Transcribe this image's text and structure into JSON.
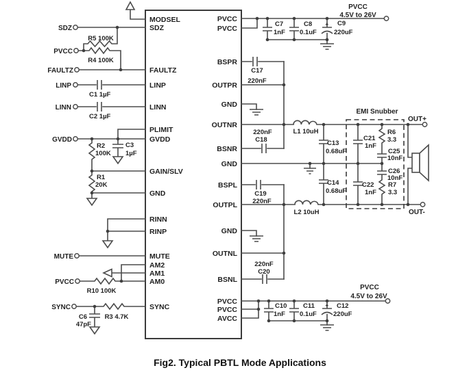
{
  "caption": "Fig2. Typical PBTL Mode Applications",
  "ic": {
    "left_pins": [
      "MODSEL",
      "SDZ",
      "FAULTZ",
      "LINP",
      "LINN",
      "PLIMIT",
      "GVDD",
      "GAIN/SLV",
      "GND",
      "RINN",
      "RINP",
      "MUTE",
      "AM2",
      "AM1",
      "AM0",
      "SYNC"
    ],
    "right_pins": [
      "PVCC",
      "PVCC",
      "BSPR",
      "OUTPR",
      "GND",
      "OUTNR",
      "BSNR",
      "GND",
      "BSPL",
      "OUTPL",
      "GND",
      "OUTNL",
      "BSNL",
      "PVCC",
      "PVCC",
      "AVCC"
    ]
  },
  "terminals": {
    "sdz": "SDZ",
    "pvcc_top_left": "PVCC",
    "faultz": "FAULTZ",
    "linp": "LINP",
    "linn": "LINN",
    "gvdd": "GVDD",
    "mute": "MUTE",
    "pvcc_am": "PVCC",
    "sync": "SYNC",
    "pvcc_right_top": "PVCC",
    "pvcc_right_top_range": "4.5V to 26V",
    "pvcc_right_bottom": "PVCC",
    "pvcc_right_bottom_range": "4.5V to 26V",
    "out_plus": "OUT+",
    "out_minus": "OUT-"
  },
  "components": {
    "r5": "R5 100K",
    "r4": "R4 100K",
    "c1": "C1 1µF",
    "c2": "C2 1µF",
    "r2": "R2",
    "r2_val": "100K",
    "c3": "C3",
    "c3_val": "1µF",
    "r1": "R1",
    "r1_val": "20K",
    "r10": "R10 100K",
    "r3": "R3 4.7K",
    "c6": "C6",
    "c6_val": "47pF",
    "c7": "C7",
    "c7_val": "1nF",
    "c8": "C8",
    "c8_val": "0.1uF",
    "c9": "C9",
    "c9_val": "220uF",
    "c9_plus": "+",
    "c10": "C10",
    "c10_val": "1nF",
    "c11": "C11",
    "c11_val": "0.1uF",
    "c12": "C12",
    "c12_val": "220uF",
    "c12_plus": "+",
    "c17": "C17",
    "c17_val": "220nF",
    "c18_val": "220nF",
    "c18": "C18",
    "c19": "C19",
    "c19_val": "220nF",
    "c20_val": "220nF",
    "c20": "C20",
    "l1": "L1 10uH",
    "l2": "L2 10uH",
    "c13": "C13",
    "c13_val": "0.68uF",
    "c14": "C14",
    "c14_val": "0.68uF"
  },
  "snubber": {
    "title": "EMI Snubber",
    "c21": "C21",
    "c21_val": "1nF",
    "r6": "R6",
    "r6_val": "3.3",
    "c25": "C25",
    "c25_val": "10nF",
    "c22": "C22",
    "c22_val": "1nF",
    "c26": "C26",
    "c26_val": "10nF",
    "r7": "R7",
    "r7_val": "3.3"
  }
}
